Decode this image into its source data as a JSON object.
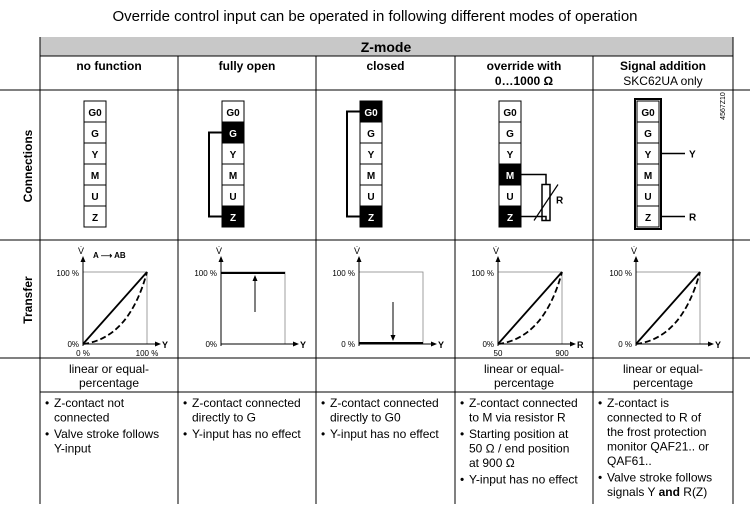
{
  "caption": "Override control input can be operated in following different modes of operation",
  "table": {
    "zmode_header": "Z-mode",
    "row_labels": {
      "connections": "Connections",
      "transfer": "Transfer"
    },
    "drawing_code": "4567Z10",
    "columns": [
      {
        "title_lines": [
          "no function"
        ],
        "terminals": [
          "G0",
          "G",
          "Y",
          "M",
          "U",
          "Z"
        ],
        "transfer": {
          "y_top": "100 %",
          "y_bottom": "0%",
          "x_left": "0 %",
          "x_right": "100 %",
          "axis_x": "Y",
          "axis_y": "V̇",
          "flow": "A ⟶ AB"
        },
        "characteristic": [
          "linear or equal-",
          "percentage"
        ],
        "notes": [
          [
            "Z-contact not",
            "connected"
          ],
          [
            "Valve stroke follows",
            "Y-input"
          ]
        ]
      },
      {
        "title_lines": [
          "fully open"
        ],
        "terminals": [
          "G0",
          "G",
          "Y",
          "M",
          "U",
          "Z"
        ],
        "transfer": {
          "y_top": "100 %",
          "y_bottom": "0%",
          "axis_x": "Y",
          "axis_y": "V̇"
        },
        "characteristic": [],
        "notes": [
          [
            "Z-contact connected",
            "directly to G"
          ],
          [
            "Y-input has no effect"
          ]
        ]
      },
      {
        "title_lines": [
          "closed"
        ],
        "terminals": [
          "G0",
          "G",
          "Y",
          "M",
          "U",
          "Z"
        ],
        "transfer": {
          "y_top": "100 %",
          "y_bottom": "0 %",
          "axis_x": "Y",
          "axis_y": "V̇"
        },
        "characteristic": [],
        "notes": [
          [
            "Z-contact connected",
            "directly to G0"
          ],
          [
            "Y-input has no effect"
          ]
        ]
      },
      {
        "title_lines": [
          "override with",
          "0…1000 Ω"
        ],
        "terminals": [
          "G0",
          "G",
          "Y",
          "M",
          "U",
          "Z"
        ],
        "resistor_label": "R",
        "transfer": {
          "y_top": "100 %",
          "y_bottom": "0%",
          "x_left": "50",
          "x_right": "900",
          "axis_x": "R",
          "axis_y": "V̇"
        },
        "characteristic": [
          "linear or equal-",
          "percentage"
        ],
        "notes": [
          [
            "Z-contact connected",
            "to M via resistor R"
          ],
          [
            "Starting position at",
            "50 Ω / end position",
            "at 900 Ω"
          ],
          [
            "Y-input has no effect"
          ]
        ]
      },
      {
        "title_lines": [
          "Signal addition",
          "SKC62UA only"
        ],
        "terminals": [
          "G0",
          "G",
          "Y",
          "M",
          "U",
          "Z"
        ],
        "outputs": {
          "y": "Y",
          "r": "R"
        },
        "transfer": {
          "y_top": "100 %",
          "y_bottom": "0 %",
          "axis_x": "Y",
          "axis_y": "V̇"
        },
        "characteristic": [
          "linear or equal-",
          "percentage"
        ],
        "notes": [
          [
            "Z-contact is",
            "connected to R of",
            "the frost protection",
            "monitor QAF21.. or",
            "QAF61.."
          ],
          [
            "Valve stroke follows",
            "signals Y and R(Z)"
          ]
        ]
      }
    ]
  },
  "colors": {
    "header_bg": "#c8c8c8",
    "line": "#000000",
    "grid": "#555555"
  }
}
